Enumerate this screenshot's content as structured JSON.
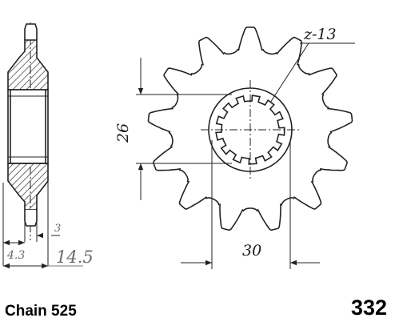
{
  "dimensions": {
    "teeth": "z-13",
    "spline_diameter": "26",
    "hub_diameter": "30",
    "tooth_thickness": "3",
    "hub_offset": "4.3",
    "overall_width": "14.5"
  },
  "caption": {
    "chain": "Chain 525",
    "part_number": "332"
  }
}
